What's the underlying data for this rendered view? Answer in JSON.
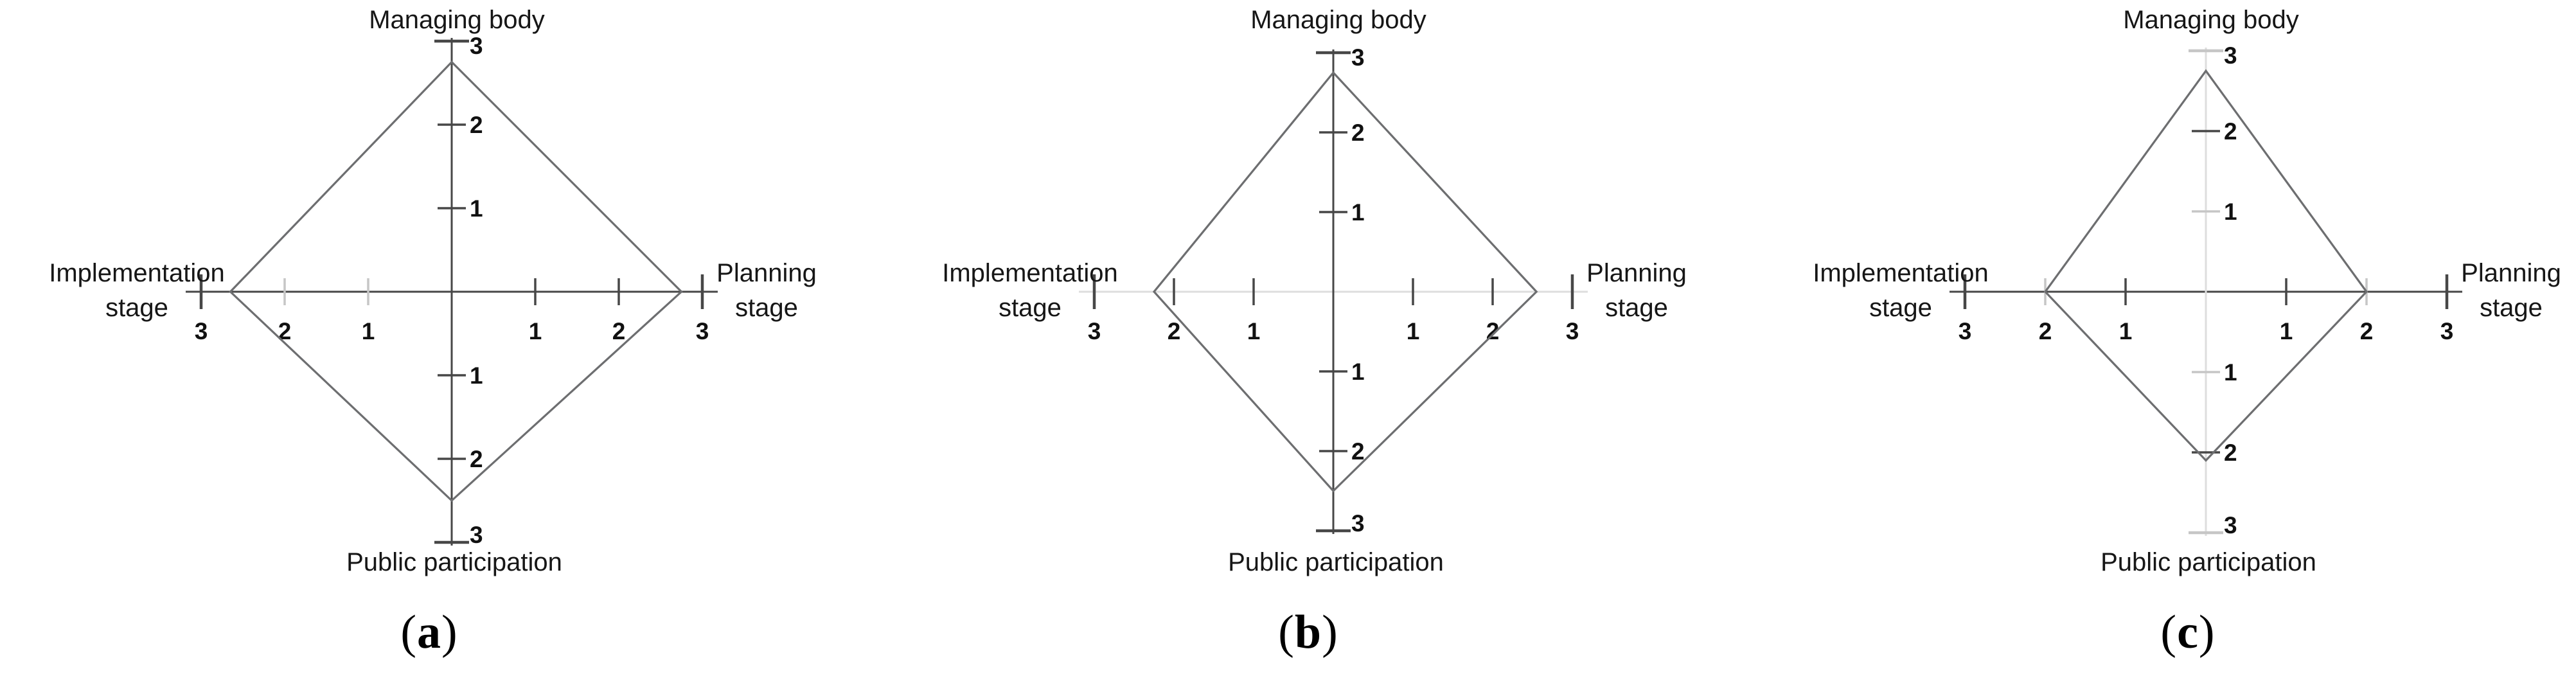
{
  "figure": {
    "background": "#ffffff",
    "panels": [
      {
        "id": "a",
        "caption_open": "(",
        "caption_letter": "a",
        "caption_close": ")"
      },
      {
        "id": "b",
        "caption_open": "(",
        "caption_letter": "b",
        "caption_close": ")"
      },
      {
        "id": "c",
        "caption_open": "(",
        "caption_letter": "c",
        "caption_close": ")"
      }
    ]
  },
  "colors": {
    "text": "#161616",
    "number_text": "#111111",
    "axis_dark": "#474747",
    "axis_light": "#dedede",
    "tick_light": "#c6c6c6",
    "polygon": "#6d6e70",
    "caption_text": "#000000"
  },
  "chart_data": [
    {
      "type": "radar",
      "panel": "a",
      "title": "",
      "axes": [
        "Managing body",
        "Planning stage",
        "Public participation",
        "Implementation stage"
      ],
      "values": [
        2.75,
        2.75,
        2.5,
        2.65
      ],
      "axis_range": [
        0,
        3
      ],
      "ticks": [
        1,
        2,
        3
      ],
      "tick_labels_horizontal": [
        "3",
        "2",
        "1",
        "1",
        "2",
        "3"
      ],
      "tick_labels_vertical": [
        "3",
        "2",
        "1",
        "1",
        "2",
        "3"
      ],
      "grid": false,
      "legend": false,
      "style": {
        "horizontal_axis": "dark",
        "vertical_axis": "dark",
        "light_horizontal_ticks": [
          -1,
          -2
        ],
        "light_vertical_ticks": [],
        "light_vertical_caps": false
      }
    },
    {
      "type": "radar",
      "panel": "b",
      "title": "",
      "axes": [
        "Managing body",
        "Planning stage",
        "Public participation",
        "Implementation stage"
      ],
      "values": [
        2.75,
        2.55,
        2.5,
        2.25
      ],
      "axis_range": [
        0,
        3
      ],
      "ticks": [
        1,
        2,
        3
      ],
      "tick_labels_horizontal": [
        "3",
        "2",
        "1",
        "1",
        "2",
        "3"
      ],
      "tick_labels_vertical": [
        "3",
        "2",
        "1",
        "1",
        "2",
        "3"
      ],
      "grid": false,
      "legend": false,
      "style": {
        "horizontal_axis": "light",
        "vertical_axis": "dark",
        "light_horizontal_ticks": [],
        "light_vertical_ticks": [],
        "light_vertical_caps": false
      }
    },
    {
      "type": "radar",
      "panel": "c",
      "title": "",
      "axes": [
        "Managing body",
        "Planning stage",
        "Public participation",
        "Implementation stage"
      ],
      "values": [
        2.75,
        2.0,
        2.1,
        2.0
      ],
      "axis_range": [
        0,
        3
      ],
      "ticks": [
        1,
        2,
        3
      ],
      "tick_labels_horizontal": [
        "3",
        "2",
        "1",
        "1",
        "2",
        "3"
      ],
      "tick_labels_vertical": [
        "3",
        "2",
        "1",
        "1",
        "2",
        "3"
      ],
      "grid": false,
      "legend": false,
      "style": {
        "horizontal_axis": "dark",
        "vertical_axis": "light",
        "light_horizontal_ticks": [
          -2,
          2
        ],
        "light_vertical_ticks": [
          -1,
          1
        ],
        "light_vertical_caps": true
      }
    }
  ]
}
